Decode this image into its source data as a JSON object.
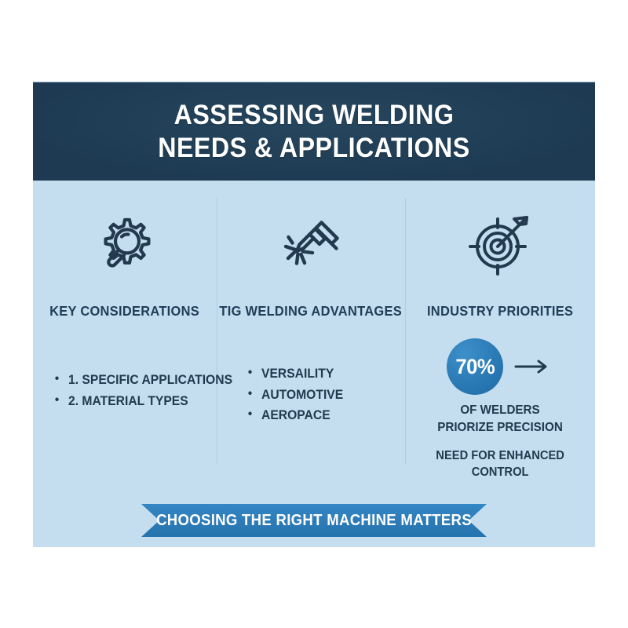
{
  "header": {
    "title_line1": "ASSESSING WELDING",
    "title_line2": "NEEDS & APPLICATIONS"
  },
  "colors": {
    "header_bg": "#1f3d56",
    "body_bg": "#c4def0",
    "ink": "#22394e",
    "accent_blue": "#2d7cb8",
    "circle_blue": "#2a7ab5",
    "divider": "#a9cfe6"
  },
  "columns": [
    {
      "icon": "gear-magnifier-icon",
      "title": "KEY CONSIDERATIONS",
      "bullets": [
        "1. SPECIFIC APPLICATIONS",
        "2. MATERIAL TYPES"
      ]
    },
    {
      "icon": "welding-torch-icon",
      "title": "TIG WELDING ADVANTAGES",
      "bullets": [
        "VERSAILITY",
        "AUTOMOTIVE",
        "AEROPACE"
      ]
    },
    {
      "icon": "target-arrow-icon",
      "title": "INDUSTRY PRIORITIES",
      "stat": {
        "value": "70%",
        "caption_line1": "OF WELDERS",
        "caption_line2": "PRIORIZE PRECISION",
        "note_line1": "NEED FOR ENHANCED",
        "note_line2": "CONTROL",
        "arrow_icon": "arrow-right-icon"
      }
    }
  ],
  "ribbon": {
    "label": "CHOOSING THE RIGHT MACHINE MATTERS"
  }
}
